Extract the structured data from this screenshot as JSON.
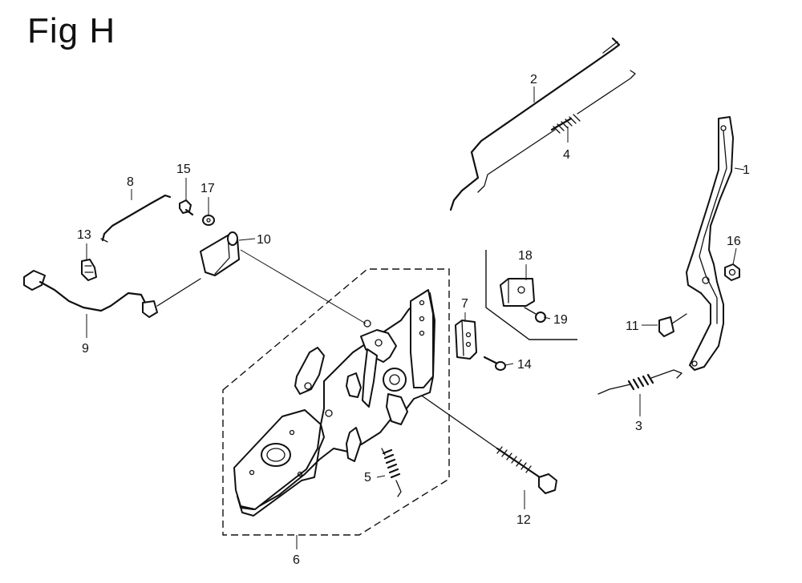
{
  "figure": {
    "title": "Fig H"
  },
  "callouts": {
    "p1": "1",
    "p2": "2",
    "p3": "3",
    "p4": "4",
    "p5": "5",
    "p6": "6",
    "p7": "7",
    "p8": "8",
    "p9": "9",
    "p10": "10",
    "p11": "11",
    "p12": "12",
    "p13": "13",
    "p14": "14",
    "p15": "15",
    "p16": "16",
    "p17": "17",
    "p18": "18",
    "p19": "19"
  }
}
